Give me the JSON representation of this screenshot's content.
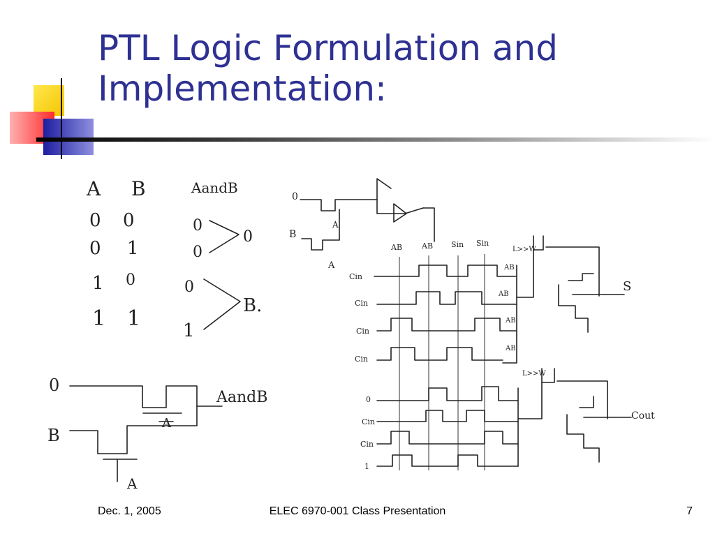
{
  "slide": {
    "title_line1": "PTL Logic Formulation and",
    "title_line2": "Implementation:"
  },
  "truth_table": {
    "headers": [
      "A",
      "B",
      "AandB"
    ],
    "rows": [
      [
        "0",
        "0"
      ],
      [
        "0",
        "1"
      ],
      [
        "1",
        "0"
      ],
      [
        "1",
        "1"
      ]
    ],
    "outputs": [
      "0",
      "B."
    ],
    "output_inputs": [
      "0",
      "0",
      "0",
      "1"
    ]
  },
  "ptl_gate": {
    "input_top": "0",
    "input_bottom": "B",
    "gate_label_top": "A",
    "gate_label_bottom": "A",
    "output": "AandB"
  },
  "adder": {
    "top_in0": "0",
    "top_inB": "B",
    "top_gateA": "A",
    "top_gateTA": "A",
    "header_labels": [
      "AB",
      "AB",
      "Sin",
      "Sin"
    ],
    "row_labels": [
      "Cin",
      "Cin",
      "Cin",
      "Cin"
    ],
    "right_labels": [
      "AB",
      "AB",
      "AB",
      "AB"
    ],
    "inv_label": "L>>W",
    "out_sum": "S",
    "bottom_row_labels": [
      "0",
      "Cin",
      "Cin",
      "1"
    ],
    "bottom_inv_label": "L>>W",
    "out_carry": "Cout"
  },
  "footer": {
    "date": "Dec. 1, 2005",
    "course": "ELEC 6970-001 Class Presentation",
    "page": "7"
  },
  "colors": {
    "title": "#2e3192",
    "deco_yellow": "#ffd700",
    "deco_red": "#ff3b3b",
    "deco_blue": "#2a2aa8"
  }
}
